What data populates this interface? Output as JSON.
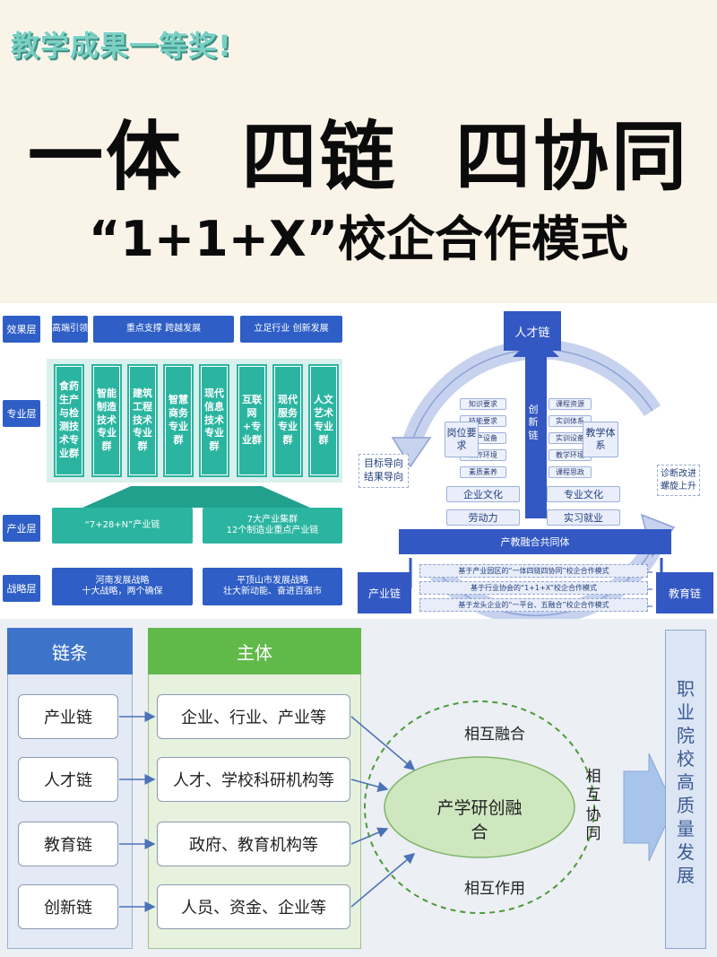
{
  "header": {
    "award": "教学成果一等奖!",
    "title": "一体  四链  四协同",
    "subtitle": "“1+1+X”校企合作模式"
  },
  "left_diagram": {
    "layers": [
      "效果层",
      "专业层",
      "产业层",
      "战略层"
    ],
    "effect_boxes": [
      "高端引领",
      "重点支撑  跨越发展",
      "立足行业 创新发展"
    ],
    "groups": [
      "食药生产与检测技术专业群",
      "智能制造技术专业群",
      "建筑工程技术专业群",
      "智慧商务专业群",
      "现代信息技术专业群",
      "互联网+专业群",
      "现代服务专业群",
      "人文艺术专业群"
    ],
    "industry_boxes": [
      "“7+28+N”产业链",
      "7大产业集群\n12个制造业重点产业链"
    ],
    "strategy_boxes": [
      "河南发展战略\n十大战略，两个确保",
      "平顶山市发展战略\n壮大新动能、奋进百强市"
    ]
  },
  "right_diagram": {
    "talent_chain": "人才链",
    "innovation_chain": "创新链",
    "industry_chain": "产业链",
    "education_chain": "教育链",
    "left_reqs": [
      "知识要求",
      "技能要求",
      "生产设备",
      "工作环境",
      "素质素养"
    ],
    "post_requirements": "岗位要求",
    "right_reqs": [
      "课程资源",
      "实训体系",
      "实训设备",
      "教学环境",
      "课程思政"
    ],
    "teaching_system": "教学体系",
    "left_culture": "企业文化",
    "left_labor": "劳动力",
    "right_culture": "专业文化",
    "right_job": "实习就业",
    "community": "产教融合共同体",
    "goal_text": "目标导向\n结果导向",
    "diagnosis_text": "诊断改进\n螺旋上升",
    "strips": [
      "基于产业园区的“一体四链四协同”校企合作模式",
      "基于行业协会的“1+1+X”校企合作模式",
      "基于龙头企业的“一平台、五融合”校企合作模式"
    ]
  },
  "bottom_diagram": {
    "chain_header": "链条",
    "subject_header": "主体",
    "chains": [
      "产业链",
      "人才链",
      "教育链",
      "创新链"
    ],
    "subjects": [
      "企业、行业、产业等",
      "人才、学校科研机构等",
      "政府、教育机构等",
      "人员、资金、企业等"
    ],
    "center": "产学研创融合",
    "mutual_fusion": "相互融合",
    "mutual_synergy": "相互协同",
    "mutual_effect": "相互作用",
    "goal": "职业院校高质量发展"
  },
  "colors": {
    "navy": "#2e5ec6",
    "teal": "#2bb5a1",
    "green_header": "#61b94a",
    "blue_header": "#3d73c9",
    "ellipse": "#cfe7bf"
  }
}
